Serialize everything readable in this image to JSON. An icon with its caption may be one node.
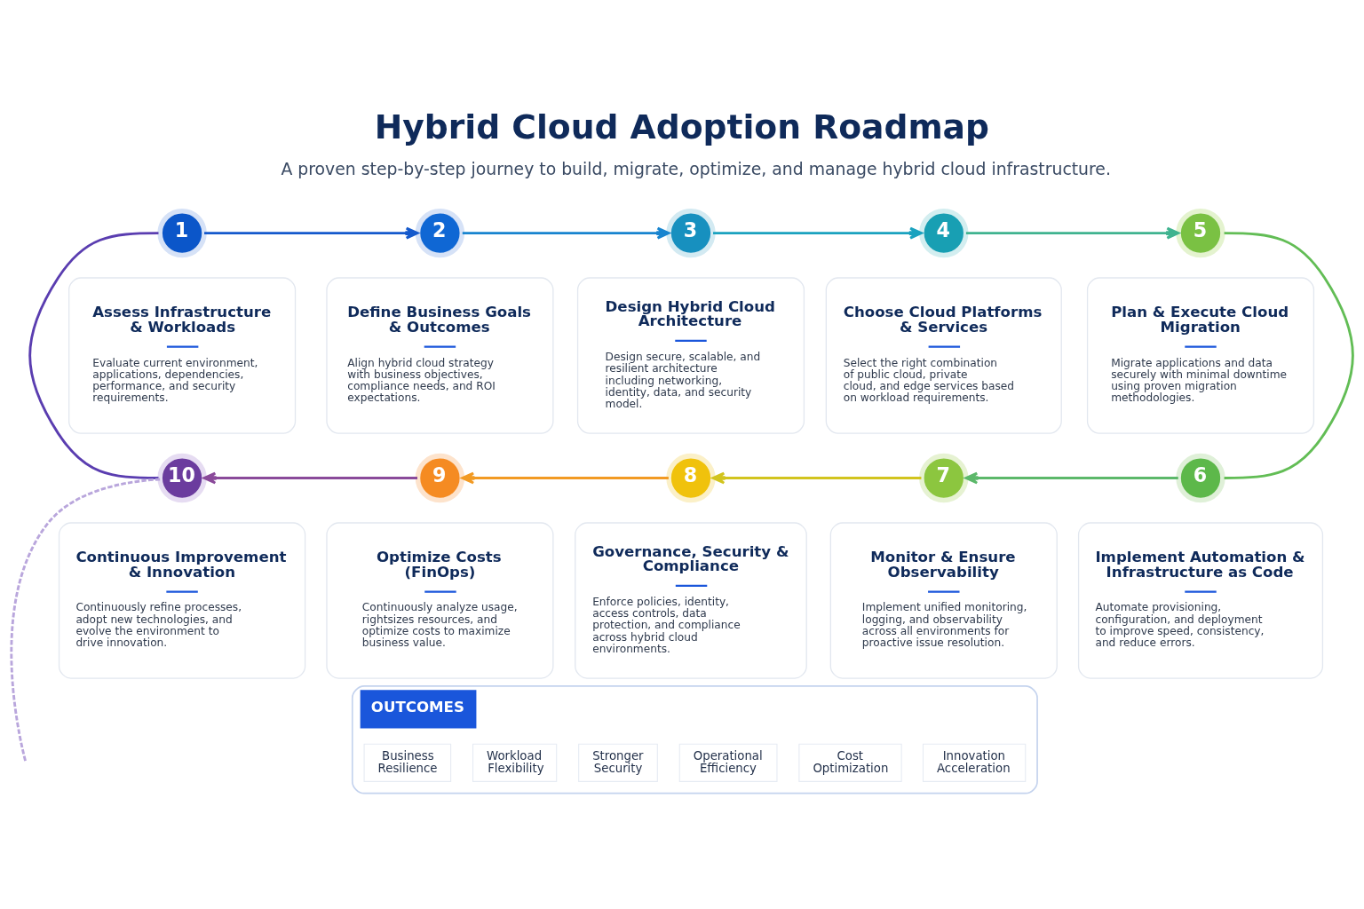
{
  "diagram": {
    "title": "Hybrid Cloud Adoption Roadmap",
    "nodes": [
      {
        "text": [
          "1"
        ]
      },
      {
        "text": [
          "Assess Infrastructure & Workloads",
          "Evaluate current environment, applications, dependencies, performance, and security requirements."
        ]
      },
      {
        "text": [
          "2"
        ]
      },
      {
        "text": [
          "Define Business Goals & Outcomes",
          "Align hybrid cloud strategy with business objectives, compliance needs, and ROI expectations."
        ]
      },
      {
        "text": [
          "3"
        ]
      },
      {
        "text": [
          "Design Hybrid Cloud Architecture",
          "Design secure, scalable, and resilient architecture including networking, identity, data, and security model."
        ]
      },
      {
        "text": [
          "4"
        ]
      },
      {
        "text": [
          "Choose Cloud Platforms & Services",
          "Select the right combination of public cloud, private cloud, and edge services based on workload requirements."
        ]
      },
      {
        "text": [
          "5"
        ]
      },
      {
        "text": [
          "Plan & Execute Cloud Migration",
          "Migrate applications and data securely with minimal downtime using proven migration methodologies."
        ]
      },
      {
        "text": [
          "6"
        ]
      },
      {
        "text": [
          "Implement Automation & Infrastructure as Code",
          "Automate provisioning, configuration, and deployment to improve speed, consistency, and reduce errors."
        ]
      },
      {
        "text": [
          "7"
        ]
      },
      {
        "text": [
          "Monitor & Ensure Observability",
          "Implement unified monitoring, logging, and observability across all environments for proactive issue resolution."
        ]
      },
      {
        "text": [
          "8"
        ]
      },
      {
        "text": [
          "Governance, Security & Compliance",
          "Enforce policies, identity, access controls, data protection, and compliance across hybrid cloud environments."
        ]
      },
      {
        "text": [
          "9"
        ]
      },
      {
        "text": [
          "Optimize Costs (FinOps)",
          "Continuously analyze usage, rightsizes resources, and optimize costs to maximize business value."
        ]
      },
      {
        "text": [
          "10"
        ]
      },
      {
        "text": [
          "Continuous Improvement & Innovation",
          "Continuously refine processes, adopt new technologies, and evolve the environment to drive innovation."
        ]
      },
      {
        "text": [
          "OUTCOMES"
        ]
      },
      {
        "text": [
          "Business Resilience"
        ],
        "in": 20
      },
      {
        "text": [
          "Workload Flexibility"
        ],
        "in": 20
      },
      {
        "text": [
          "Stronger Security"
        ],
        "in": 20
      },
      {
        "text": [
          "Operational Efficiency"
        ],
        "in": 20
      },
      {
        "text": [
          "Cost Optimization"
        ],
        "in": 20
      },
      {
        "text": [
          "Innovation Acceleration"
        ],
        "in": 20
      }
    ],
    "edges": [
      {
        "from": 0,
        "to": 2,
        "arrow": "to",
        "color": "#1459cc"
      },
      {
        "from": 2,
        "to": 4,
        "arrow": "to",
        "color": "#1784cf"
      },
      {
        "from": 4,
        "to": 6,
        "arrow": "to",
        "color": "#1aa2bf"
      },
      {
        "from": 6,
        "to": 8,
        "arrow": "to",
        "color": "#3fb38f"
      },
      {
        "from": 8,
        "to": 10,
        "arrow": "none",
        "color": "#62bd55"
      },
      {
        "from": 10,
        "to": 12,
        "arrow": "to",
        "color": "#5cb86a"
      },
      {
        "from": 12,
        "to": 14,
        "arrow": "to",
        "color": "#d2c41e"
      },
      {
        "from": 14,
        "to": 16,
        "arrow": "to",
        "color": "#f29a23"
      },
      {
        "from": 16,
        "to": 18,
        "arrow": "to",
        "color": "#8a4a9a"
      },
      {
        "from": 18,
        "to": 0,
        "arrow": "none",
        "color": "#5a3db0"
      },
      {
        "from": 18,
        "to": null,
        "arrow": "none",
        "style": "dashed",
        "color": "#b9a6dc"
      }
    ],
    "labels": [
      "A proven step-by-step journey to build, migrate, optimize, and manage hybrid cloud infrastructure."
    ]
  }
}
